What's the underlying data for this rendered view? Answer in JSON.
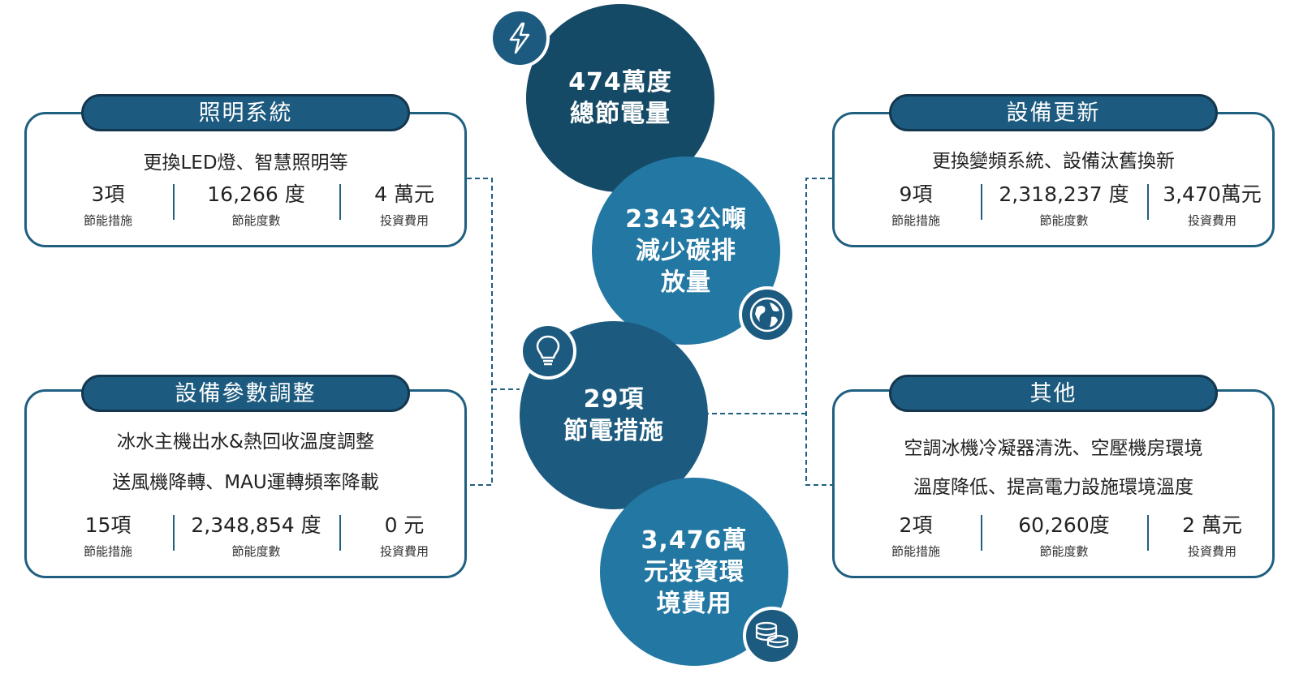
{
  "categories": [
    {
      "title": "照明系統",
      "description": [
        "更換LED燈、智慧照明等"
      ],
      "stats": [
        {
          "value": "3項",
          "label": "節能措施"
        },
        {
          "value": "16,266 度",
          "label": "節能度數"
        },
        {
          "value": "4 萬元",
          "label": "投資費用"
        }
      ]
    },
    {
      "title": "設備參數調整",
      "description": [
        "冰水主機出水&熱回收溫度調整",
        "送風機降轉、MAU運轉頻率降載"
      ],
      "stats": [
        {
          "value": "15項",
          "label": "節能措施"
        },
        {
          "value": "2,348,854 度",
          "label": "節能度數"
        },
        {
          "value": "0 元",
          "label": "投資費用"
        }
      ]
    },
    {
      "title": "設備更新",
      "description": [
        "更換變頻系統、設備汰舊換新"
      ],
      "stats": [
        {
          "value": "9項",
          "label": "節能措施"
        },
        {
          "value": "2,318,237 度",
          "label": "節能度數"
        },
        {
          "value": "3,470萬元",
          "label": "投資費用"
        }
      ]
    },
    {
      "title": "其他",
      "description": [
        "空調冰機冷凝器清洗、空壓機房環境",
        "溫度降低、提高電力設施環境溫度"
      ],
      "stats": [
        {
          "value": "2項",
          "label": "節能措施"
        },
        {
          "value": "60,260度",
          "label": "節能度數"
        },
        {
          "value": "2 萬元",
          "label": "投資費用"
        }
      ]
    }
  ],
  "bubbles": {
    "energy": {
      "lines": [
        "474萬度",
        "總節電量"
      ],
      "color": "#154a66",
      "icon": "lightning-icon"
    },
    "carbon": {
      "lines": [
        "2343公噸",
        "減少碳排",
        "放量"
      ],
      "color": "#2377a3",
      "icon": "globe-icon"
    },
    "measures": {
      "lines": [
        "29項",
        "節電措施"
      ],
      "color": "#1c5b7f",
      "icon": "lightbulb-icon"
    },
    "investment": {
      "lines": [
        "3,476萬",
        "元投資環",
        "境費用"
      ],
      "color": "#2377a3",
      "icon": "coins-icon"
    }
  },
  "colors": {
    "card_border": "#1f5f80",
    "title_bg": "#1c5b7f",
    "connector": "#1f5f80"
  }
}
